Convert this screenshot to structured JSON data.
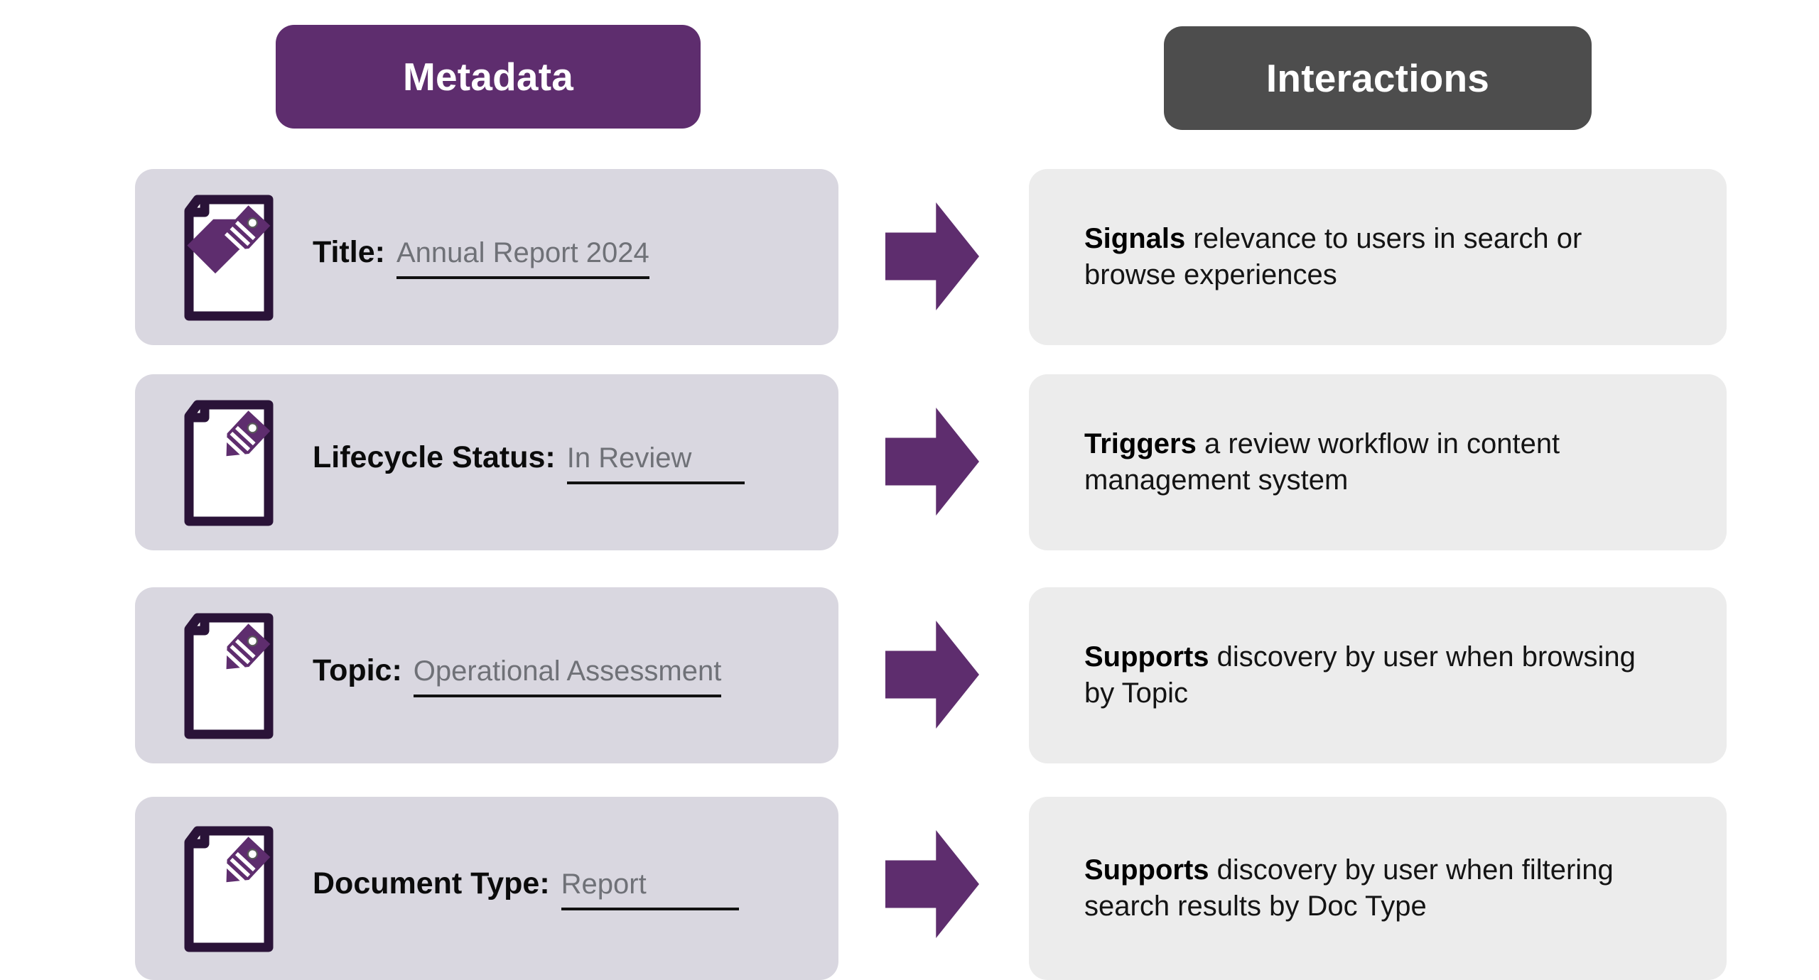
{
  "columns": {
    "left": {
      "title": "Metadata",
      "color": "#5E2D6E"
    },
    "right": {
      "title": "Interactions",
      "color": "#4D4D4D"
    }
  },
  "theme": {
    "accent_purple": "#5E2D6E",
    "icon_outline": "#2A1338",
    "meta_card_bg": "#D9D7E0",
    "inter_card_bg": "#ECECEC",
    "value_text": "#6F7177",
    "page_bg": "#FFFFFF"
  },
  "icons": {
    "document_tag": "document-tag-icon",
    "arrow": "arrow-right-icon"
  },
  "rows": [
    {
      "metadata": {
        "label": "Title:",
        "value": "Annual Report 2024",
        "icon": "document-tag-icon"
      },
      "interaction": {
        "lead": "Signals",
        "rest": " relevance to users in search or browse experiences"
      }
    },
    {
      "metadata": {
        "label": "Lifecycle Status:",
        "value": "In Review",
        "icon": "document-tag-icon"
      },
      "interaction": {
        "lead": "Triggers",
        "rest": " a review workflow in content management system"
      }
    },
    {
      "metadata": {
        "label": "Topic:",
        "value": "Operational Assessment",
        "icon": "document-tag-icon"
      },
      "interaction": {
        "lead": "Supports",
        "rest": " discovery by user when browsing by Topic"
      }
    },
    {
      "metadata": {
        "label": "Document Type:",
        "value": "Report",
        "icon": "document-tag-icon"
      },
      "interaction": {
        "lead": "Supports",
        "rest": " discovery by user when filtering search results by Doc Type"
      }
    }
  ]
}
